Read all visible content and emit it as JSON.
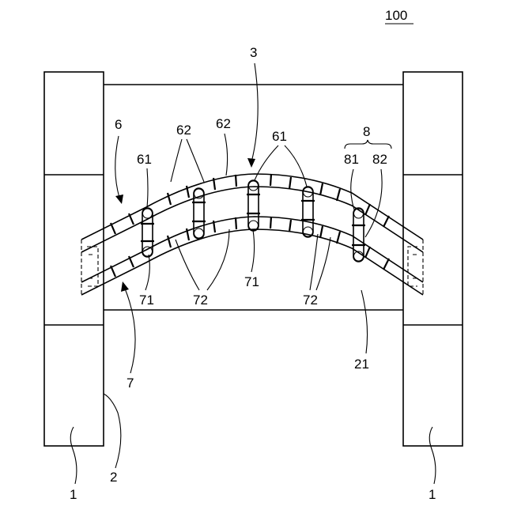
{
  "figure_id": "100",
  "labels": {
    "support": "1",
    "frame": "2",
    "channel": "3",
    "upper_rail": "6",
    "lower_rail": "7",
    "joint_group": "8",
    "base": "21",
    "upper_node": "61",
    "upper_segment": "62",
    "lower_node": "71",
    "lower_segment": "72",
    "joint_left": "81",
    "joint_right": "82"
  }
}
